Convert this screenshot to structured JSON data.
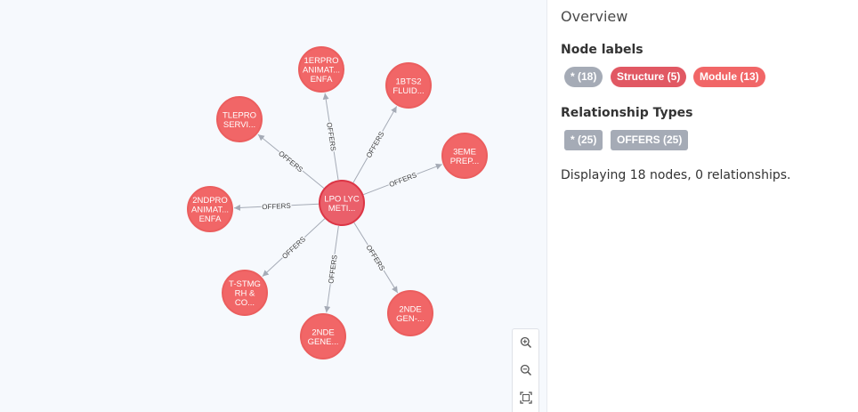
{
  "graph": {
    "center_node": {
      "lines": [
        "LPO LYC",
        "METI..."
      ]
    },
    "nodes": [
      {
        "id": "n1",
        "lines": [
          "1ERPRO",
          "ANIMAT...",
          "ENFA"
        ]
      },
      {
        "id": "n2",
        "lines": [
          "1BTS2",
          "FLUID..."
        ]
      },
      {
        "id": "n3",
        "lines": [
          "TLEPRO",
          "SERVI..."
        ]
      },
      {
        "id": "n4",
        "lines": [
          "3EME",
          "PREP..."
        ]
      },
      {
        "id": "n5",
        "lines": [
          "2NDPRO",
          "ANIMAT...",
          "ENFA"
        ]
      },
      {
        "id": "n6",
        "lines": [
          "T-STMG",
          "RH &",
          "CO..."
        ]
      },
      {
        "id": "n7",
        "lines": [
          "2NDE",
          "GENE..."
        ]
      },
      {
        "id": "n8",
        "lines": [
          "2NDE",
          "GEN-..."
        ]
      }
    ],
    "relationship_label": "OFFERS"
  },
  "zoom": {
    "zoom_in_icon": "zoom-in-icon",
    "zoom_out_icon": "zoom-out-icon",
    "fit_icon": "fit-to-screen-icon"
  },
  "sidebar": {
    "title": "Overview",
    "node_labels_heading": "Node labels",
    "node_labels": [
      {
        "label": "* (18)",
        "color": "#a5abb6"
      },
      {
        "label": "Structure (5)",
        "color": "#e15863"
      },
      {
        "label": "Module (13)",
        "color": "#f16667"
      }
    ],
    "relationship_types_heading": "Relationship Types",
    "relationship_types": [
      {
        "label": "* (25)",
        "color": "#a5abb6"
      },
      {
        "label": "OFFERS (25)",
        "color": "#a5abb6"
      }
    ],
    "display_text": "Displaying 18 nodes, 0 relationships."
  }
}
